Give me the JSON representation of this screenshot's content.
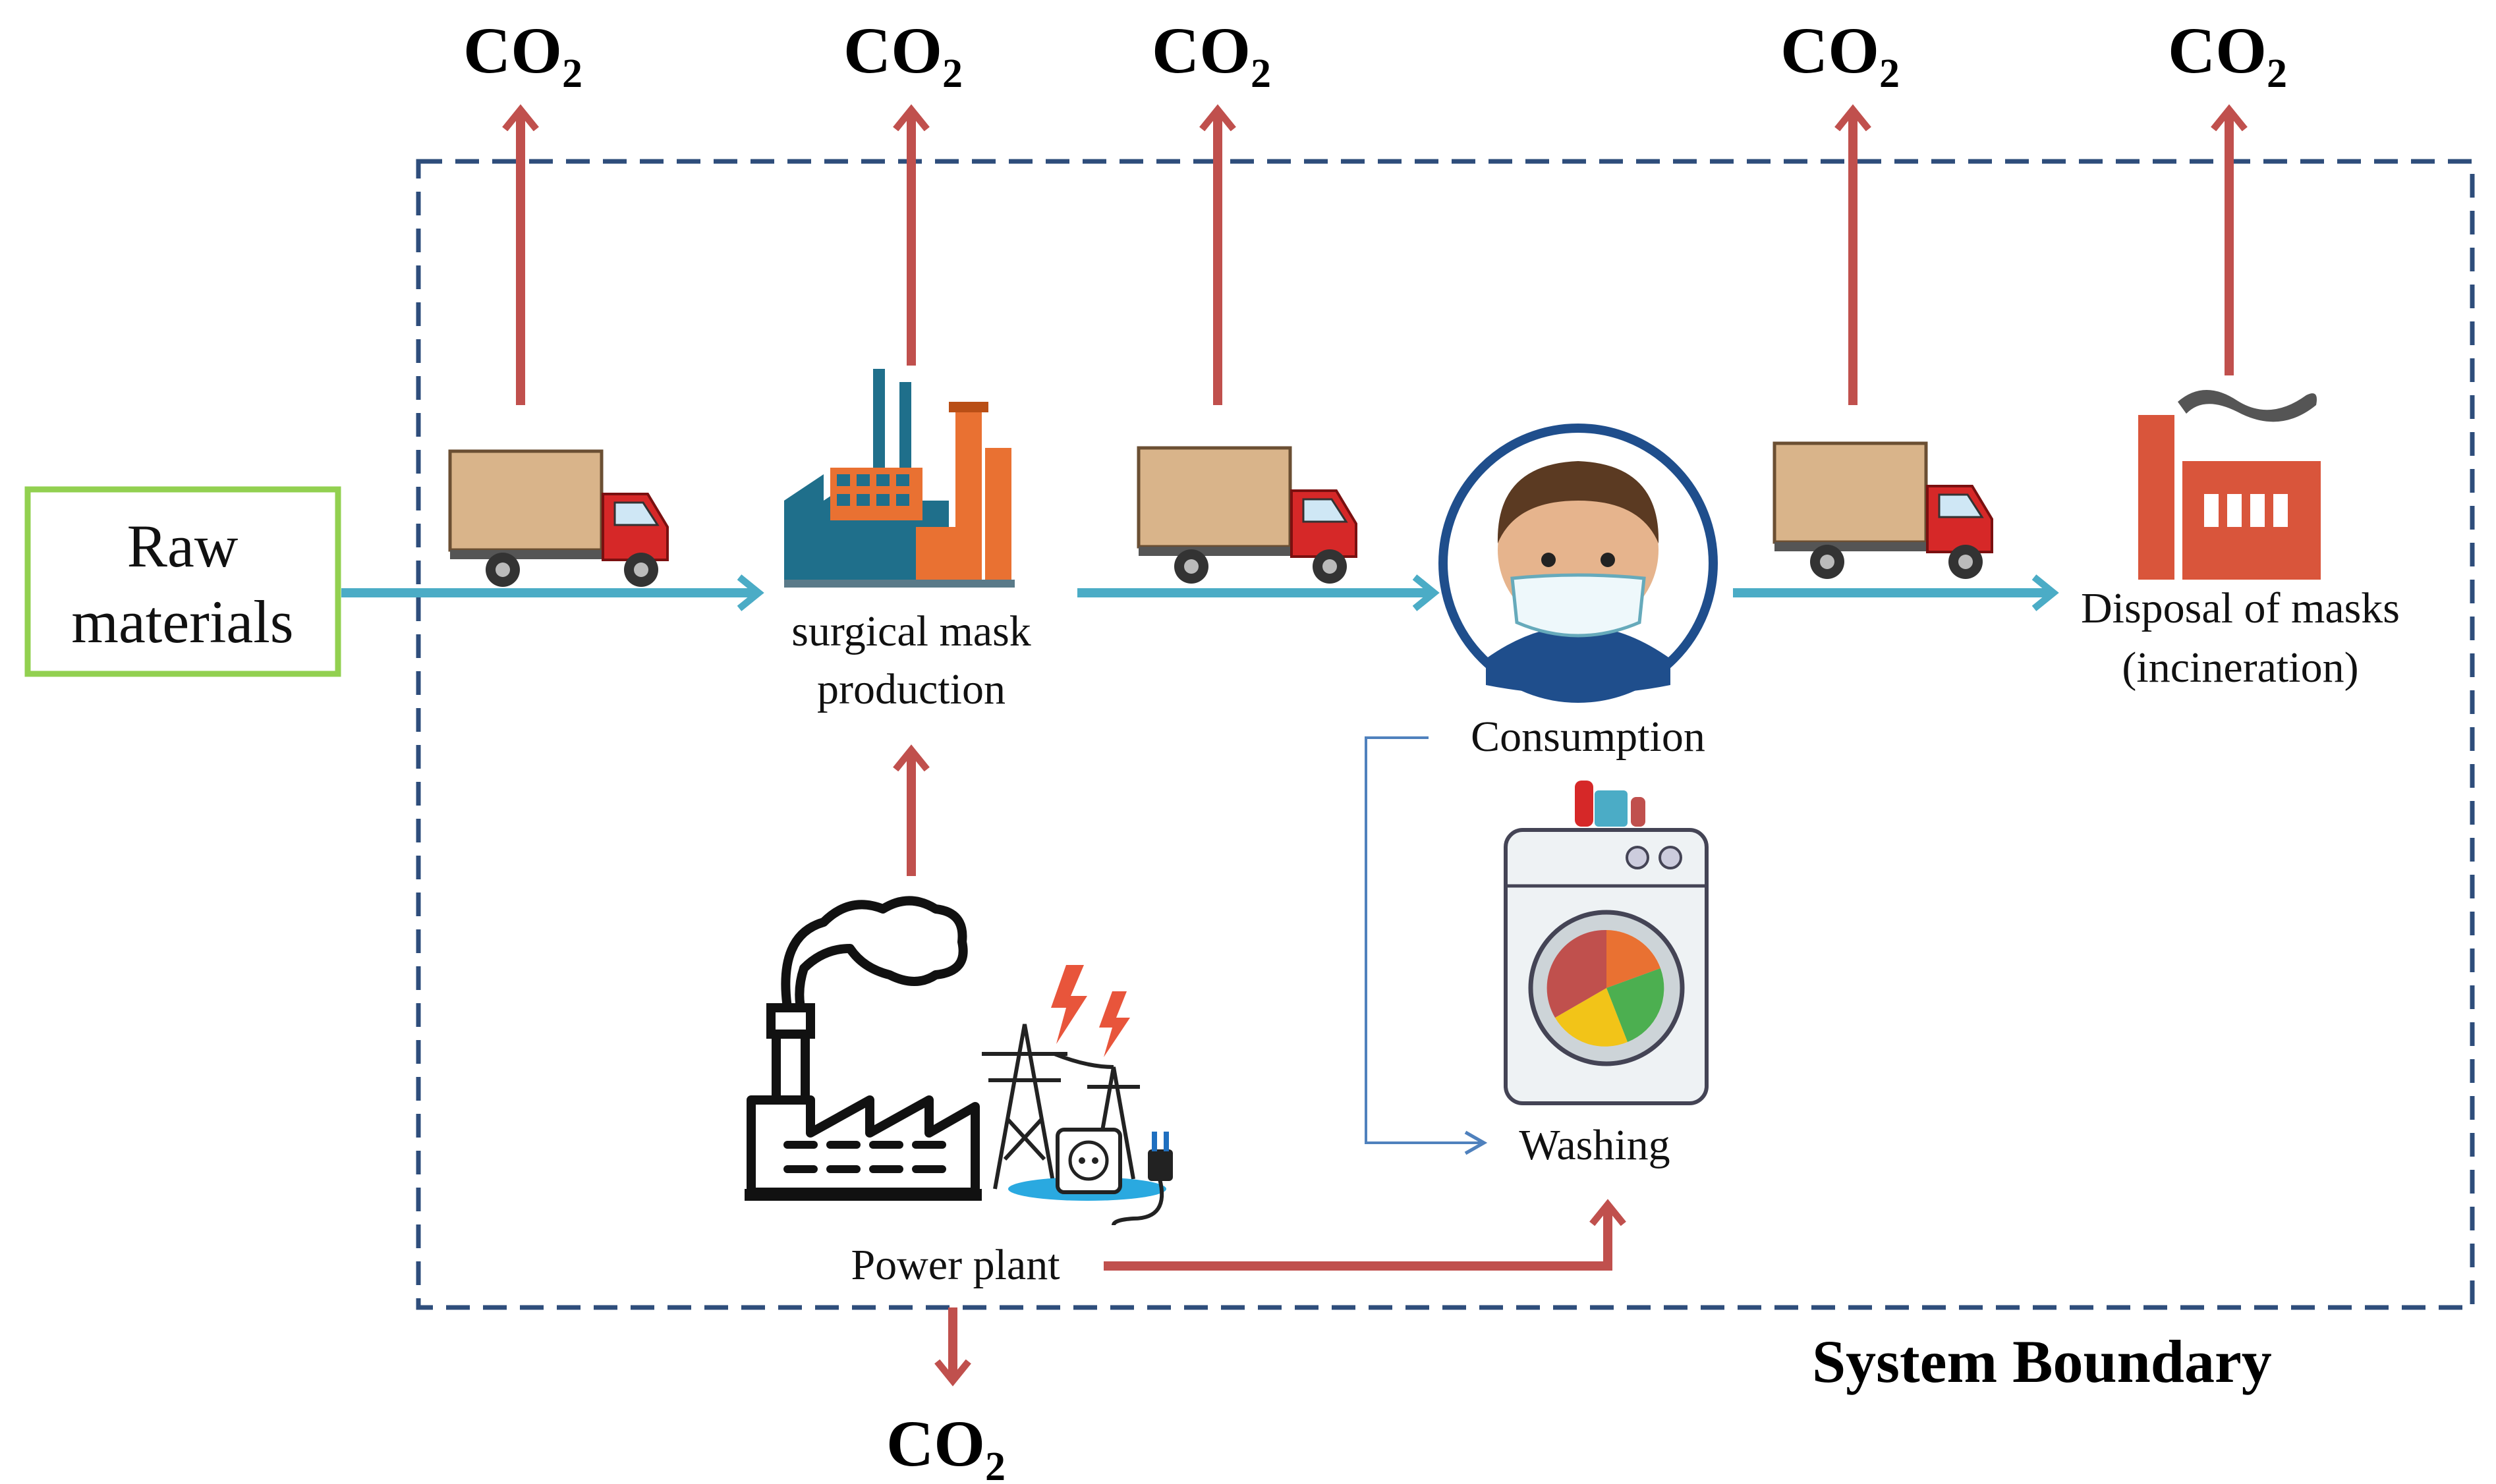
{
  "colors": {
    "co2_arrow": "#c0504d",
    "flow_arrow": "#4bacc6",
    "boundary": "#2e4d7b",
    "raw_box_border": "#92d050",
    "washing_link": "#4f81bd",
    "truck_cargo": "#d9b48a",
    "truck_cab": "#d62828",
    "factory": "#e97132",
    "incinerator": "#d9553b"
  },
  "co2": {
    "base": "CO",
    "sub": "2"
  },
  "raw_materials": {
    "line1": "Raw",
    "line2": "materials"
  },
  "mask_production": {
    "line1": "surgical mask",
    "line2": "production"
  },
  "consumption": {
    "label": "Consumption"
  },
  "washing": {
    "label": "Washing"
  },
  "disposal": {
    "line1": "Disposal  of masks",
    "line2": "(incineration)"
  },
  "power_plant": {
    "label": "Power  plant"
  },
  "system_boundary": {
    "label": "System Boundary"
  },
  "icons": [
    "truck-icon",
    "factory-icon",
    "masked-person-icon",
    "washing-machine-icon",
    "power-plant-icon",
    "incinerator-icon",
    "transmission-tower-icon",
    "lightning-icon",
    "plug-socket-icon"
  ]
}
